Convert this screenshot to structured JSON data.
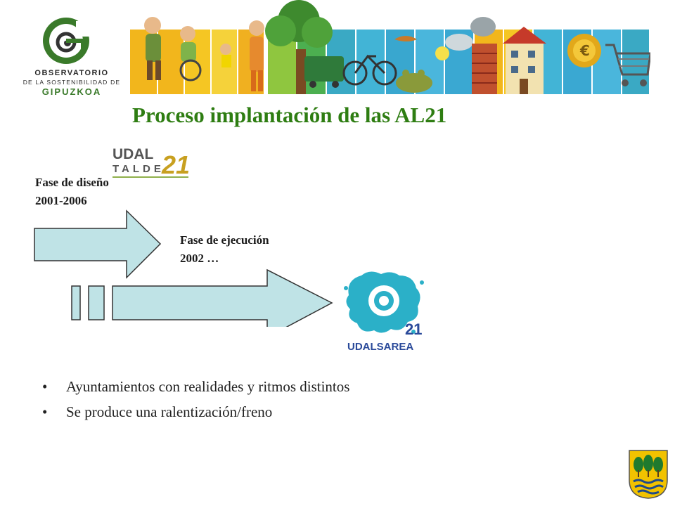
{
  "logo": {
    "line1": "OBSERVATORIO",
    "line2": "DE LA SOSTENIBILIDAD DE",
    "line3": "GIPUZKOA"
  },
  "title": "Proceso implantación de las AL21",
  "udal_logo": {
    "line1": "UDAL",
    "line2": "TALDE",
    "number": "21"
  },
  "phase_design": {
    "name": "Fase de diseño",
    "period": "2001-2006"
  },
  "phase_execution": {
    "name": "Fase de ejecución",
    "period": "2002 …"
  },
  "udalsarea_logo": {
    "number": "21",
    "text": "UDALSAREA"
  },
  "bullets": [
    "Ayuntamientos con realidades y ritmos distintos",
    "Se produce una ralentización/freno"
  ],
  "bullet_glyph": "•",
  "colors": {
    "title": "#2e7d12",
    "arrow_fill": "#bfe3e6",
    "logo_green": "#3a7a2a",
    "udalsarea_blue": "#2bb0c8",
    "shield_yellow": "#f2c200",
    "shield_green": "#1f7a2e"
  }
}
